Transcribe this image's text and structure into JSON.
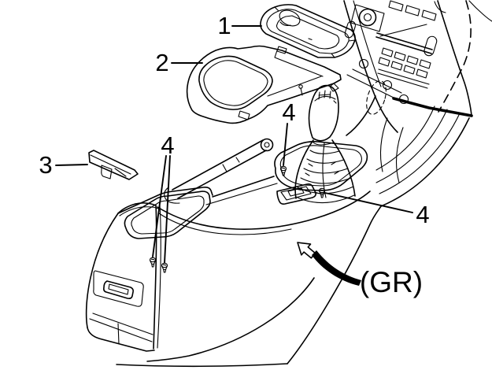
{
  "diagram": {
    "title": "center-console-exploded-parts-diagram",
    "colors": {
      "background": "#ffffff",
      "ink": "#000000"
    },
    "callouts": [
      {
        "id": "1",
        "label": "1"
      },
      {
        "id": "2",
        "label": "2"
      },
      {
        "id": "3",
        "label": "3"
      },
      {
        "id": "4-left",
        "label": "4"
      },
      {
        "id": "4-top",
        "label": "4"
      },
      {
        "id": "4-right",
        "label": "4"
      }
    ],
    "color_code_label": "(GR)"
  }
}
